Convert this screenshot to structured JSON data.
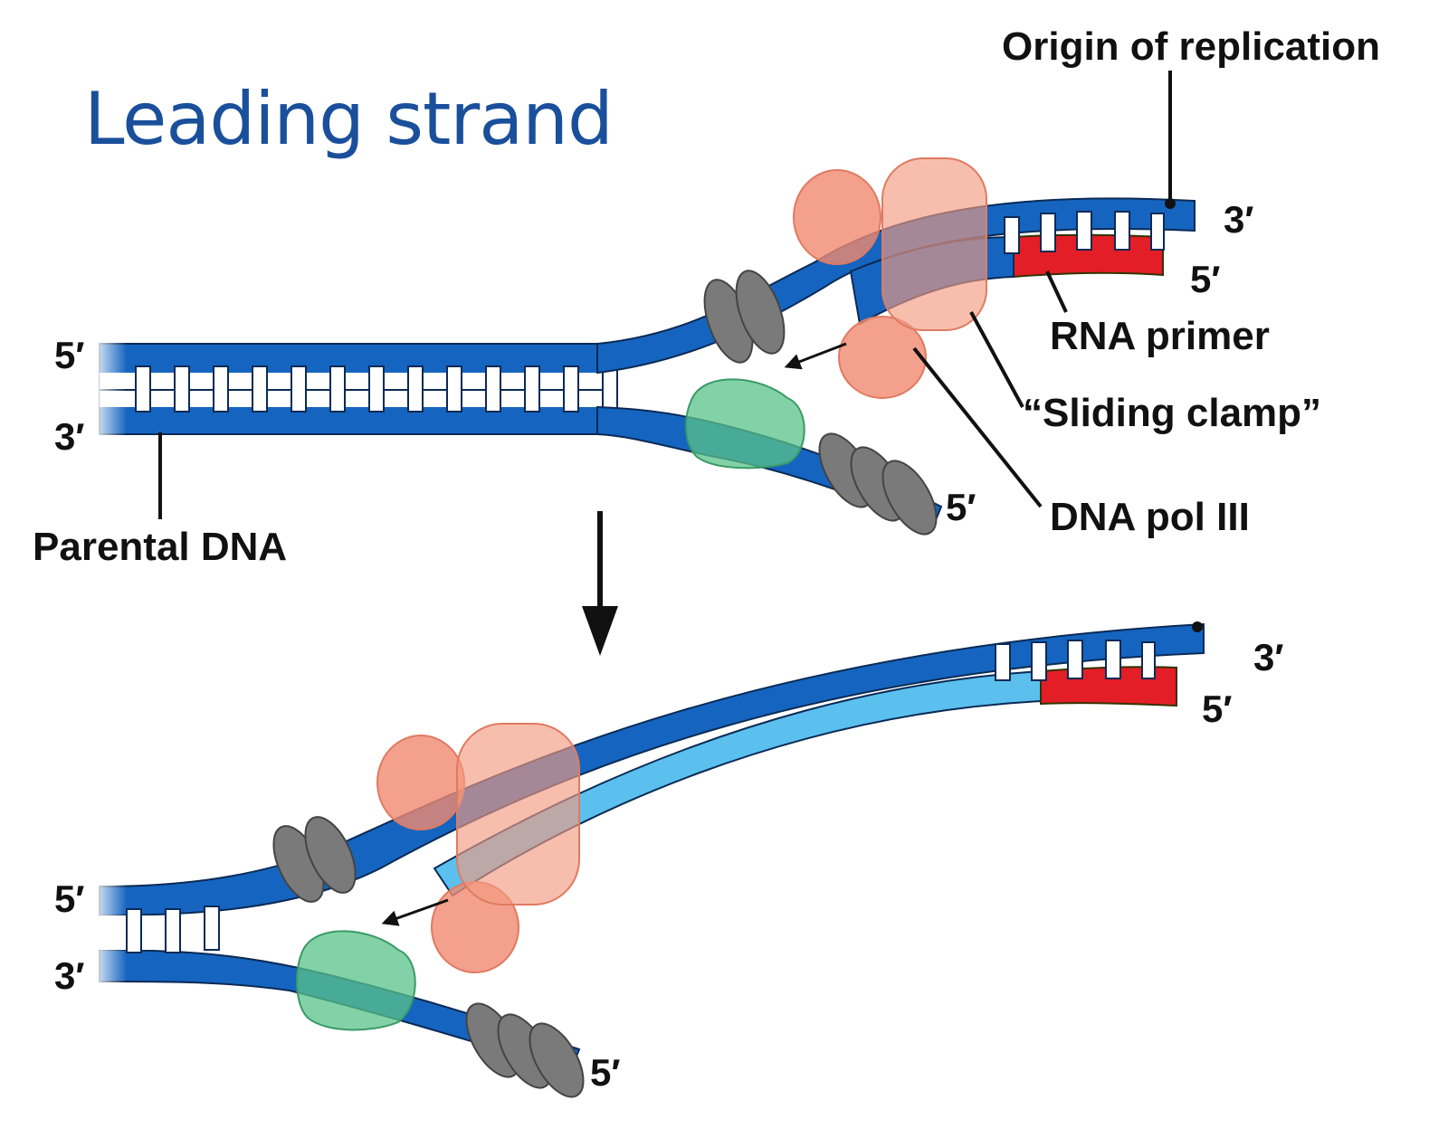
{
  "title": "Leading strand",
  "labels": {
    "origin": "Origin of replication",
    "rna_primer": "RNA primer",
    "sliding_clamp": "“Sliding clamp”",
    "dna_pol": "DNA pol III",
    "parental": "Parental DNA"
  },
  "ends": {
    "top_left_5": "5′",
    "top_left_3": "3′",
    "top_right_3": "3′",
    "top_right_5": "5′",
    "top_lower_5": "5′",
    "bot_left_5": "5′",
    "bot_left_3": "3′",
    "bot_right_3": "3′",
    "bot_right_5": "5′",
    "bot_lower_5": "5′"
  },
  "colors": {
    "parental_strand": "#1565c0",
    "new_strand": "#5bc0ee",
    "rna_primer": "#e41e26",
    "polymerase": "#f08a70",
    "clamp": "#f39b82",
    "helicase": "#59c38a",
    "ssb": "#6f6f6f",
    "title": "#1a4f9c"
  }
}
